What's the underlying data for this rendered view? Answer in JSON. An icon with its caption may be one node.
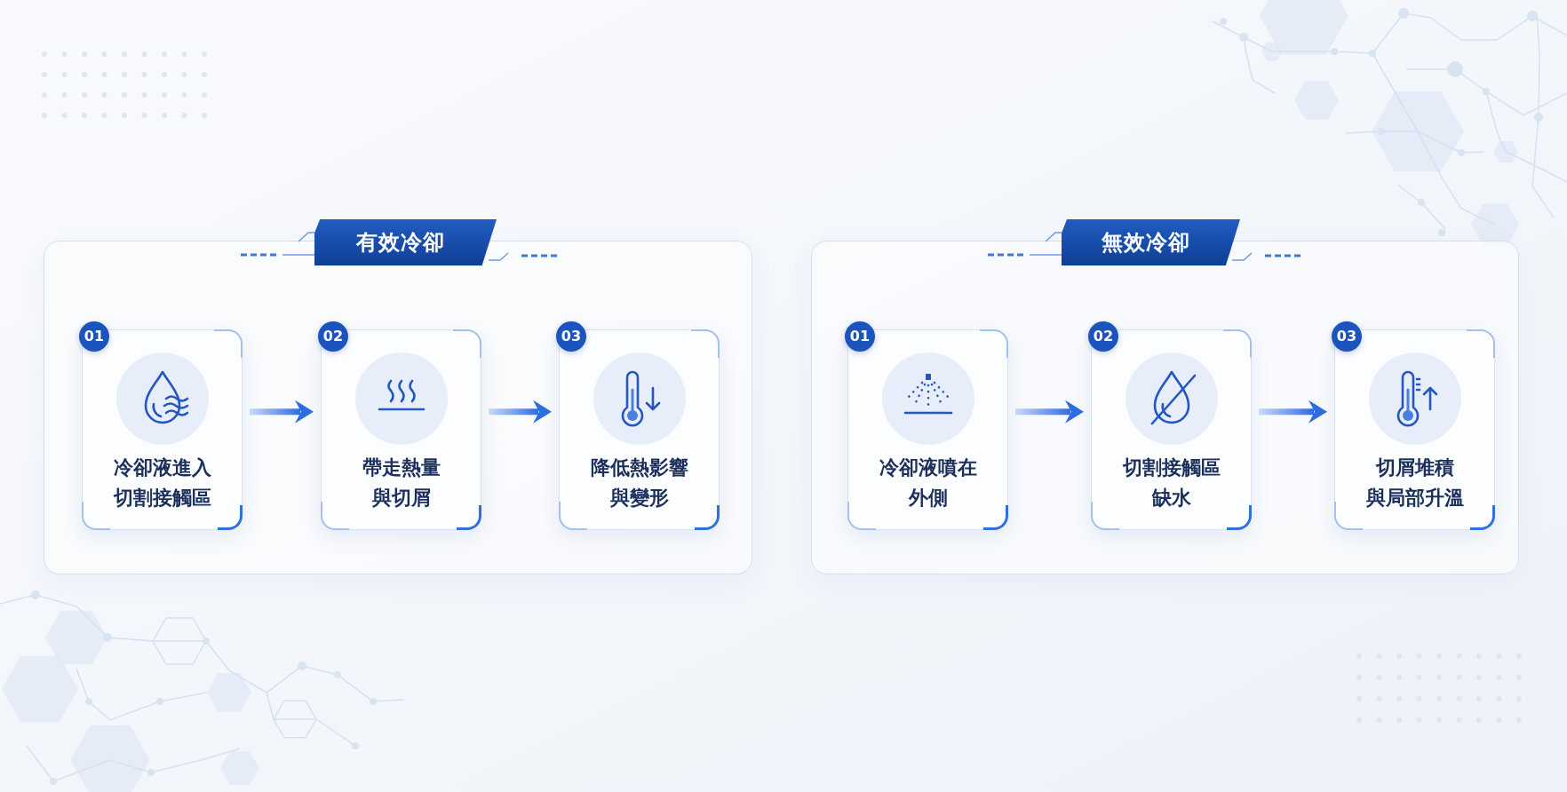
{
  "diagram": {
    "nodes": [
      {
        "text": [
          "有效冷卻"
        ]
      },
      {
        "text": [
          "01",
          "冷卻液進入切割接觸區"
        ],
        "in": 0
      },
      {
        "text": [
          "02",
          "帶走熱量與切屑"
        ],
        "in": 0
      },
      {
        "text": [
          "03",
          "降低熱影響與變形"
        ],
        "in": 0
      },
      {
        "text": [
          "無效冷卻"
        ]
      },
      {
        "text": [
          "01",
          "冷卻液噴在外側"
        ],
        "in": 4
      },
      {
        "text": [
          "02",
          "切割接觸區缺水"
        ],
        "in": 4
      },
      {
        "text": [
          "03",
          "切屑堆積與局部升溫"
        ],
        "in": 4
      }
    ],
    "edges": [
      {
        "from": 1,
        "to": 2,
        "arrow": "to"
      },
      {
        "from": 2,
        "to": 3,
        "arrow": "to"
      },
      {
        "from": 5,
        "to": 6,
        "arrow": "to"
      },
      {
        "from": 6,
        "to": 7,
        "arrow": "to"
      }
    ]
  }
}
